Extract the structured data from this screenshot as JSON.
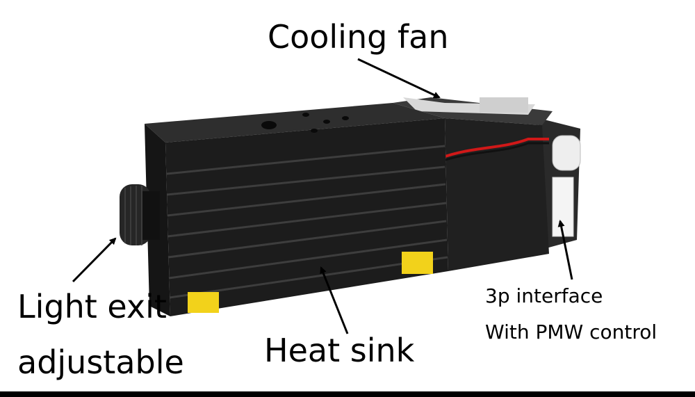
{
  "labels": {
    "cooling_fan": "Cooling fan",
    "light_exit_line1": "Light exit",
    "light_exit_line2": "adjustable",
    "heat_sink": "Heat sink",
    "interface_line1": "3p interface",
    "interface_line2": "With PMW control"
  },
  "colors": {
    "body": "#1c1c1c",
    "sticker": "#f2d21b",
    "wire_red": "#d01818",
    "connector": "#f4f4f4"
  }
}
